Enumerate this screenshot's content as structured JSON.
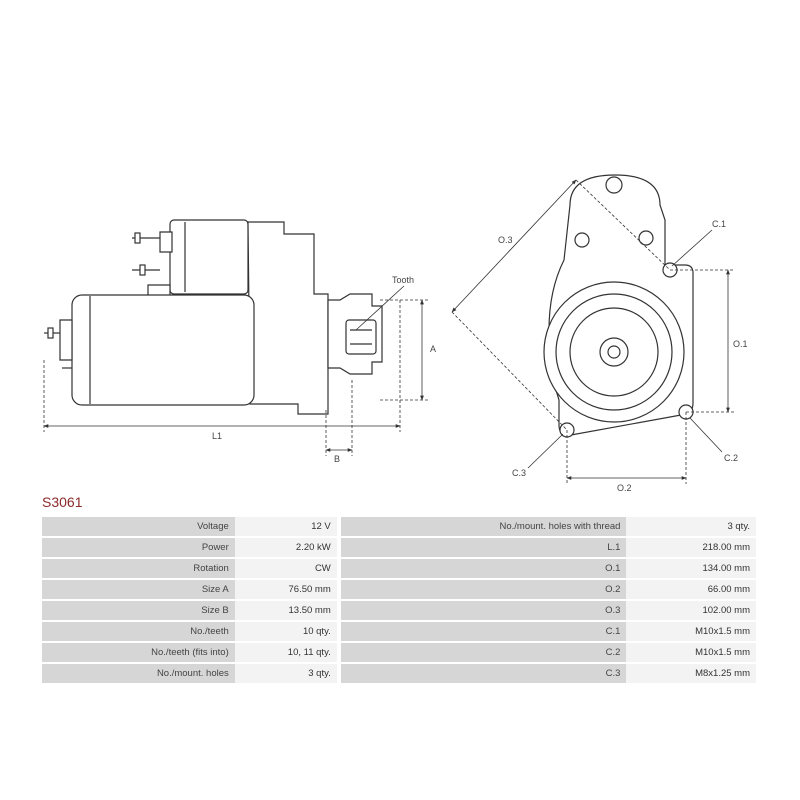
{
  "part_code": "S3061",
  "drawing_labels": {
    "tooth": "Tooth",
    "dim_a": "A",
    "dim_b": "B",
    "dim_l1": "L1",
    "dim_o1": "O.1",
    "dim_o2": "O.2",
    "dim_o3": "O.3",
    "hole_c1": "C.1",
    "hole_c2": "C.2",
    "hole_c3": "C.3"
  },
  "specs": [
    {
      "k1": "Voltage",
      "v1": "12 V",
      "k2": "No./mount. holes with thread",
      "v2": "3 qty."
    },
    {
      "k1": "Power",
      "v1": "2.20 kW",
      "k2": "L.1",
      "v2": "218.00 mm"
    },
    {
      "k1": "Rotation",
      "v1": "CW",
      "k2": "O.1",
      "v2": "134.00 mm"
    },
    {
      "k1": "Size A",
      "v1": "76.50 mm",
      "k2": "O.2",
      "v2": "66.00 mm"
    },
    {
      "k1": "Size B",
      "v1": "13.50 mm",
      "k2": "O.3",
      "v2": "102.00 mm"
    },
    {
      "k1": "No./teeth",
      "v1": "10 qty.",
      "k2": "C.1",
      "v2": "M10x1.5 mm"
    },
    {
      "k1": "No./teeth (fits into)",
      "v1": "10, 11 qty.",
      "k2": "C.2",
      "v2": "M10x1.5 mm"
    },
    {
      "k1": "No./mount. holes",
      "v1": "3 qty.",
      "k2": "C.3",
      "v2": "M8x1.25 mm"
    }
  ]
}
